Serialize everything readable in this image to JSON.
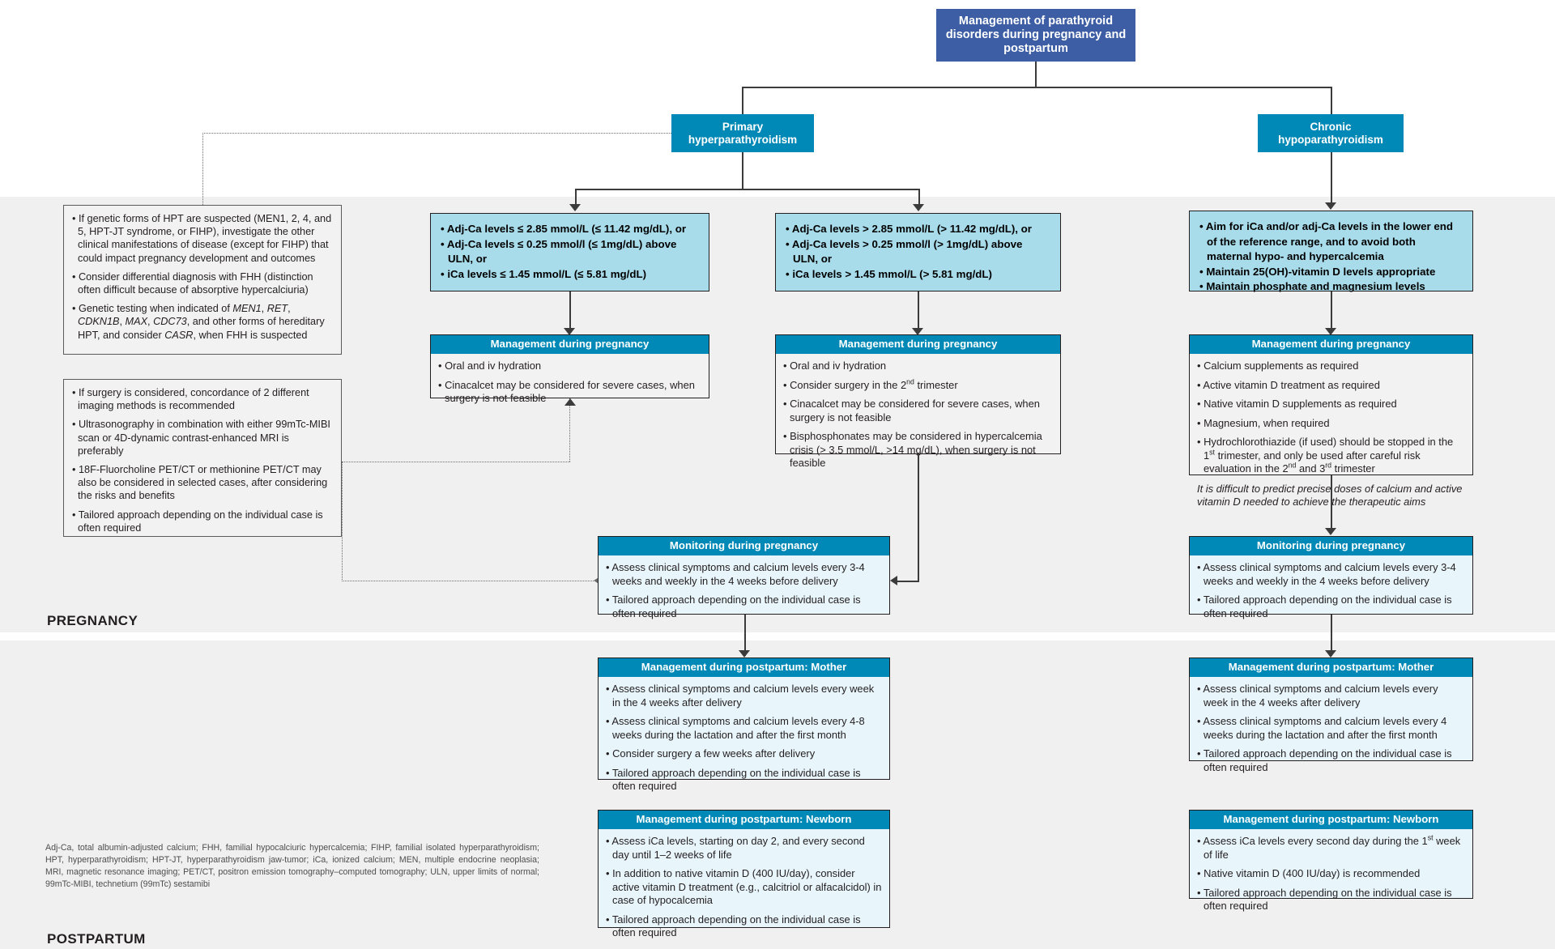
{
  "bands": {
    "pregnancy_label": "PREGNANCY",
    "postpartum_label": "POSTPARTUM"
  },
  "colors": {
    "title_box": "#3d5ea4",
    "node_box": "#0089b6",
    "criteria_box": "#a8dceb",
    "card_header": "#0089b6",
    "card_body_grey": "#f2f2f2",
    "card_body_lightblue": "#e8f5fb",
    "band_background": "#f0f0f0",
    "connector": "#3b3b3b"
  },
  "title": "Management of parathyroid disorders during pregnancy and postpartum",
  "branches": {
    "primary": "Primary hyperparathyroidism",
    "chronic": "Chronic hypoparathyroidism"
  },
  "annotations": {
    "genetics": [
      "If genetic forms of HPT are suspected (MEN1, 2, 4, and 5, HPT-JT syndrome, or FIHP), investigate the other clinical manifestations of disease (except for FIHP) that could impact pregnancy development and outcomes",
      "Consider differential diagnosis with FHH (distinction often difficult because of absorptive hypercalciuria)",
      "Genetic testing when indicated of MEN1, RET, CDKN1B, MAX, CDC73, and other forms of hereditary HPT, and consider CASR, when FHH is suspected"
    ],
    "imaging": [
      "If surgery is considered, concordance of 2 different imaging methods is recommended",
      "Ultrasonography in combination with either 99mTc-MIBI scan or 4D-dynamic contrast-enhanced MRI is preferably",
      "18F-Fluorcholine PET/CT or methionine PET/CT may also be considered in selected cases, after considering the risks and benefits",
      "Tailored approach depending on the individual case is often required"
    ]
  },
  "criteria": {
    "mild": [
      "Adj-Ca levels ≤ 2.85 mmol/L (≤ 11.42 mg/dL), or",
      "Adj-Ca levels ≤ 0.25 mmol/l (≤ 1mg/dL) above ULN, or",
      "iCa levels ≤ 1.45 mmol/L (≤ 5.81 mg/dL)"
    ],
    "severe": [
      "Adj-Ca levels > 2.85 mmol/L (> 11.42 mg/dL), or",
      "Adj-Ca levels > 0.25 mmol/l (> 1mg/dL) above ULN, or",
      "iCa levels > 1.45 mmol/L (> 5.81 mg/dL)"
    ],
    "hypo_aims": [
      "Aim for iCa and/or adj-Ca levels in the lower end of the reference range, and to avoid both maternal hypo- and hypercalcemia",
      "Maintain 25(OH)-vitamin D levels appropriate",
      "Maintain phosphate and magnesium levels"
    ]
  },
  "cards": {
    "mild_mgmt_pregnancy": {
      "header": "Management during pregnancy",
      "items": [
        "Oral and iv hydration",
        "Cinacalcet may be considered for severe cases, when surgery is not feasible"
      ]
    },
    "severe_mgmt_pregnancy": {
      "header": "Management during pregnancy",
      "items": [
        "Oral and iv hydration",
        "Consider surgery in the 2nd trimester",
        "Cinacalcet may be considered for severe cases, when surgery is not feasible",
        "Bisphosphonates may be considered in hypercalcemia crisis (> 3.5 mmol/L, >14 mg/dL), when surgery is not feasible"
      ]
    },
    "hypo_mgmt_pregnancy": {
      "header": "Management during pregnancy",
      "items": [
        "Calcium supplements as required",
        "Active vitamin D treatment as required",
        "Native vitamin D supplements as required",
        "Magnesium, when required",
        "Hydrochlorothiazide (if used) should be stopped in the 1st trimester, and only be used after careful risk evaluation in the 2nd and 3rd trimester"
      ],
      "note": "It is difficult to predict precise doses of calcium and active vitamin D needed to achieve the therapeutic aims"
    },
    "hpt_monitoring_pregnancy": {
      "header": "Monitoring during pregnancy",
      "items": [
        "Assess clinical symptoms and calcium levels every 3-4 weeks and weekly in the 4 weeks before delivery",
        "Tailored approach depending on the individual case is often required"
      ]
    },
    "hypo_monitoring_pregnancy": {
      "header": "Monitoring during pregnancy",
      "items": [
        "Assess clinical symptoms and calcium levels every 3-4 weeks and weekly in the 4 weeks before delivery",
        "Tailored approach depending on the individual case is often required"
      ]
    },
    "hpt_postpartum_mother": {
      "header": "Management during postpartum: Mother",
      "items": [
        "Assess clinical symptoms and calcium levels every week in the 4 weeks after delivery",
        "Assess clinical symptoms and calcium levels every 4-8 weeks during the lactation and after the first month",
        "Consider surgery a few weeks after delivery",
        "Tailored approach depending on the individual case is often required"
      ]
    },
    "hpt_postpartum_newborn": {
      "header": "Management during postpartum: Newborn",
      "items": [
        "Assess iCa levels, starting on day 2, and every second day until 1–2 weeks of life",
        "In addition to native vitamin D (400 IU/day), consider active vitamin D treatment (e.g., calcitriol or alfacalcidol) in case of hypocalcemia",
        "Tailored approach depending on the individual case is often required"
      ]
    },
    "hypo_postpartum_mother": {
      "header": "Management during postpartum: Mother",
      "items": [
        "Assess clinical symptoms and calcium levels every week in the 4 weeks after delivery",
        "Assess clinical symptoms and calcium levels every 4 weeks during the lactation and after the first month",
        "Tailored approach depending on the individual case is often required"
      ]
    },
    "hypo_postpartum_newborn": {
      "header": "Management during postpartum: Newborn",
      "items": [
        "Assess iCa levels every second day during the 1st week of life",
        "Native vitamin D (400 IU/day) is recommended",
        "Tailored approach depending on the individual case is often required"
      ]
    }
  },
  "footnote": "Adj-Ca, total albumin-adjusted calcium; FHH, familial hypocalciuric hypercalcemia; FIHP, familial isolated hyperparathyroidism; HPT, hyperparathyroidism; HPT-JT, hyperparathyroidism jaw-tumor; iCa, ionized calcium; MEN, multiple endocrine neoplasia; MRI, magnetic resonance imaging; PET/CT, positron emission tomography–computed tomography; ULN, upper limits of normal; 99mTc-MIBI, technetium (99mTc) sestamibi"
}
